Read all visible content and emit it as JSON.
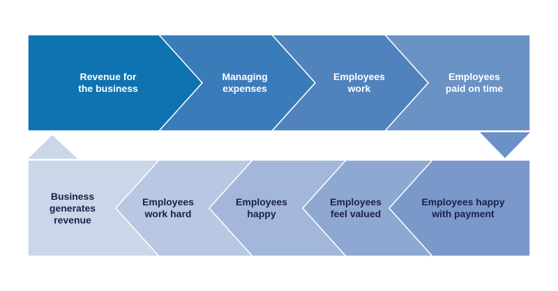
{
  "top_row": [
    {
      "label": "Revenue for\nthe business",
      "color": "#0f72b1"
    },
    {
      "label": "Managing\nexpenses",
      "color": "#3a7cb9"
    },
    {
      "label": "Employees\nwork",
      "color": "#5083bd"
    },
    {
      "label": "Employees\npaid on time",
      "color": "#6b92c5"
    }
  ],
  "bottom_row": [
    {
      "label": "Business\ngenerates\nrevenue",
      "color": "#ccd6e9"
    },
    {
      "label": "Employees\nwork hard",
      "color": "#b8c7e2"
    },
    {
      "label": "Employees\nhappy",
      "color": "#a3b7da"
    },
    {
      "label": "Employees\nfeel valued",
      "color": "#8fa8d2"
    },
    {
      "label": "Employees happy\nwith payment",
      "color": "#7a98c9"
    }
  ],
  "connectors": {
    "up_arrow_color": "#ccd6e9",
    "down_arrow_color": "#6b92c5"
  }
}
